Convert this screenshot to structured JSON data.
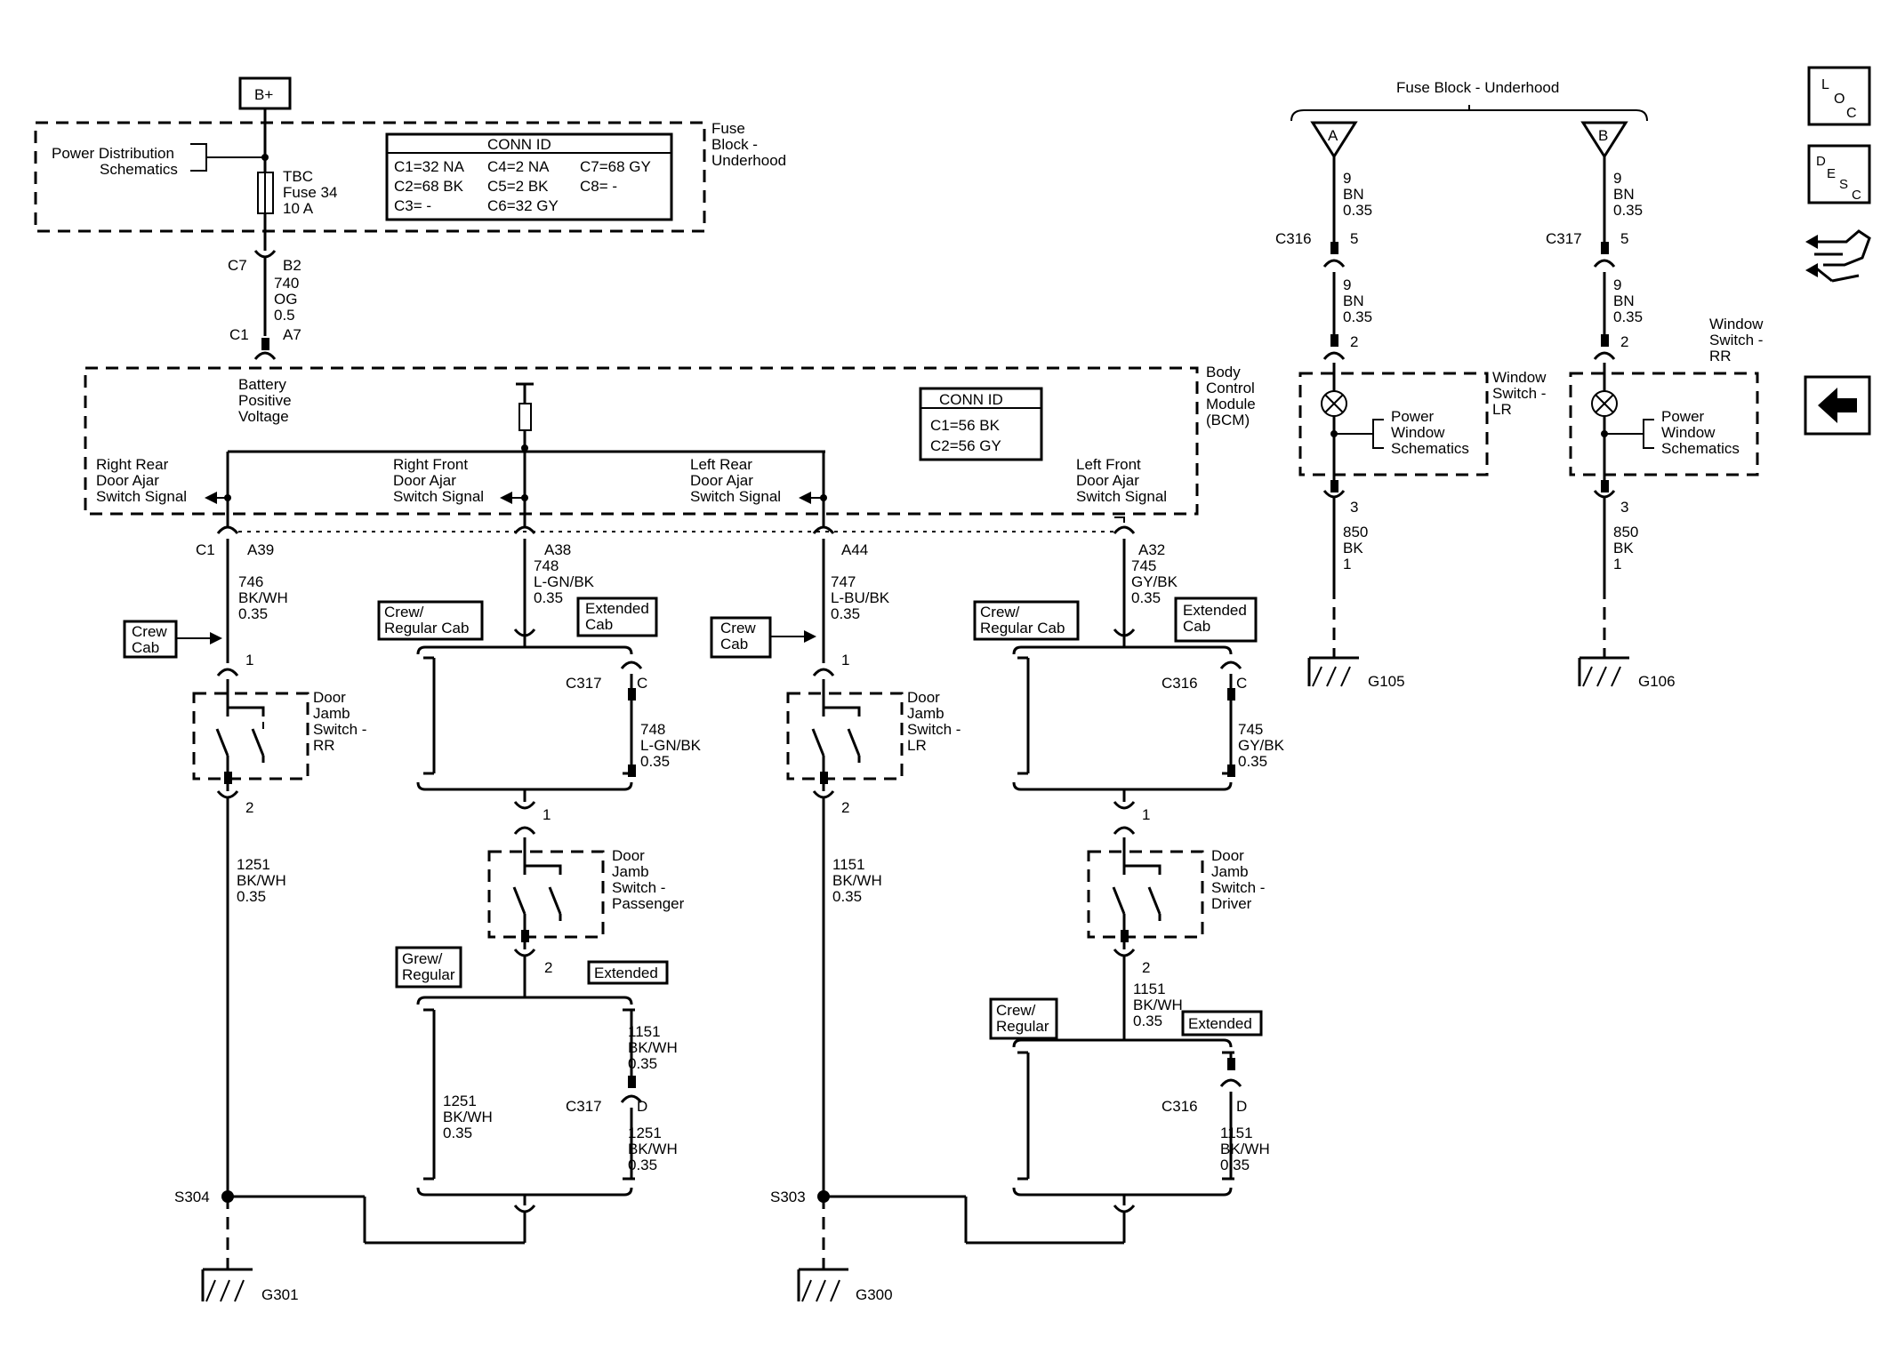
{
  "power": {
    "b_plus": "B+",
    "pds_line1": "Power Distribution",
    "pds_line2": "Schematics",
    "fuse_name": "TBC",
    "fuse_num": "Fuse 34",
    "fuse_amp": "10 A",
    "fb_line1": "Fuse",
    "fb_line2": "Block -",
    "fb_line3": "Underhood"
  },
  "connid1": {
    "title": "CONN ID",
    "row1": [
      "C1=32 NA",
      "C4=2 NA",
      "C7=68 GY"
    ],
    "row2": [
      "C2=68 BK",
      "C5=2 BK",
      "C8= -"
    ],
    "row3": [
      "C3= -",
      "C6=32 GY"
    ]
  },
  "feed": {
    "c7": "C7",
    "b2": "B2",
    "circuit": "740",
    "color": "OG",
    "gauge": "0.5",
    "c1": "C1",
    "a7": "A7"
  },
  "bcm": {
    "l1": "Body",
    "l2": "Control",
    "l3": "Module",
    "l4": "(BCM)",
    "bat1": "Battery",
    "bat2": "Positive",
    "bat3": "Voltage",
    "connid_title": "CONN ID",
    "connid_c1": "C1=56 BK",
    "connid_c2": "C2=56 GY"
  },
  "signals": {
    "rr": [
      "Right Rear",
      "Door Ajar",
      "Switch Signal"
    ],
    "rf": [
      "Right Front",
      "Door Ajar",
      "Switch Signal"
    ],
    "lr": [
      "Left Rear",
      "Door Ajar",
      "Switch Signal"
    ],
    "lf": [
      "Left Front",
      "Door Ajar",
      "Switch Signal"
    ]
  },
  "pins": {
    "c1": "C1",
    "a39": "A39",
    "w746": [
      "746",
      "BK/WH",
      "0.35"
    ],
    "a38": "A38",
    "w748": [
      "748",
      "L-GN/BK",
      "0.35"
    ],
    "a44": "A44",
    "w747": [
      "747",
      "L-BU/BK",
      "0.35"
    ],
    "a32": "A32",
    "w745": [
      "745",
      "GY/BK",
      "0.35"
    ]
  },
  "options": {
    "crew_cab1": "Crew",
    "crew_cab2": "Cab",
    "crew_reg1": "Crew/",
    "crew_reg2": "Regular Cab",
    "ext1": "Extended",
    "ext2": "Cab",
    "grew1": "Grew/",
    "regular": "Regular",
    "crew_slash": "Crew/",
    "extended": "Extended"
  },
  "rr_switch": {
    "pin1": "1",
    "pin2": "2",
    "name": [
      "Door",
      "Jamb",
      "Switch -",
      "RR"
    ],
    "w1251": [
      "1251",
      "BK/WH",
      "0.35"
    ],
    "splice": "S304",
    "ground": "G301"
  },
  "lr_switch": {
    "pin1": "1",
    "pin2": "2",
    "name": [
      "Door",
      "Jamb",
      "Switch -",
      "LR"
    ],
    "w1151": [
      "1151",
      "BK/WH",
      "0.35"
    ],
    "splice": "S303",
    "ground": "G300"
  },
  "pass": {
    "c317": "C317",
    "c": "C",
    "w748": [
      "748",
      "L-GN/BK",
      "0.35"
    ],
    "pin1": "1",
    "pin2": "2",
    "name": [
      "Door",
      "Jamb",
      "Switch -",
      "Passenger"
    ],
    "w1251a": [
      "1251",
      "BK/WH",
      "0.35"
    ],
    "w1151": [
      "1151",
      "BK/WH",
      "0.35"
    ],
    "c317b": "C317",
    "d": "D",
    "w1251b": [
      "1251",
      "BK/WH",
      "0.35"
    ]
  },
  "drv": {
    "c316": "C316",
    "c": "C",
    "w745": [
      "745",
      "GY/BK",
      "0.35"
    ],
    "pin1": "1",
    "pin2": "2",
    "name": [
      "Door",
      "Jamb",
      "Switch -",
      "Driver"
    ],
    "w1151a": [
      "1151",
      "BK/WH",
      "0.35"
    ],
    "c316b": "C316",
    "d": "D",
    "w1151b": [
      "1151",
      "BK/WH",
      "0.35"
    ]
  },
  "right": {
    "fuse_block": "Fuse Block - Underhood",
    "a": "A",
    "b": "B",
    "w9a": [
      "9",
      "BN",
      "0.35"
    ],
    "c316": "C316",
    "p5a": "5",
    "w9b": [
      "9",
      "BN",
      "0.35"
    ],
    "p2a": "2",
    "w9c": [
      "9",
      "BN",
      "0.35"
    ],
    "c317": "C317",
    "p5b": "5",
    "w9d": [
      "9",
      "BN",
      "0.35"
    ],
    "p2b": "2",
    "pws": [
      "Power",
      "Window",
      "Schematics"
    ],
    "ws_lr": [
      "Window",
      "Switch -",
      "LR"
    ],
    "ws_rr": [
      "Window",
      "Switch -",
      "RR"
    ],
    "p3a": "3",
    "w850a": [
      "850",
      "BK",
      "1"
    ],
    "g105": "G105",
    "p3b": "3",
    "w850b": [
      "850",
      "BK",
      "1"
    ],
    "g106": "G106"
  },
  "nav": {
    "loc": [
      "L",
      "O",
      "C"
    ],
    "desc": [
      "D",
      "E",
      "S",
      "C"
    ]
  }
}
